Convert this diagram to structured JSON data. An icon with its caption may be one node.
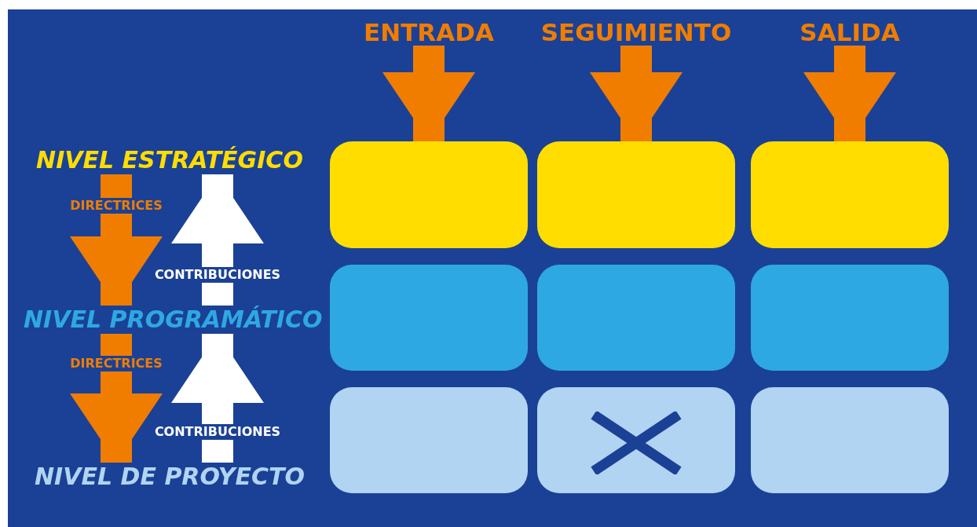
{
  "diagram": {
    "nodes": [
      {
        "text": [
          "ENTRADA"
        ]
      },
      {
        "text": [
          "SEGUIMIENTO"
        ]
      },
      {
        "text": [
          "SALIDA"
        ]
      },
      {
        "text": [
          "NIVEL ESTRATÉGICO"
        ]
      },
      {
        "text": [],
        "shape": "box"
      },
      {
        "text": [],
        "shape": "box"
      },
      {
        "text": [],
        "shape": "box"
      },
      {
        "text": [
          "NIVEL PROGRAMÁTICO"
        ]
      },
      {
        "text": [],
        "shape": "box"
      },
      {
        "text": [],
        "shape": "box"
      },
      {
        "text": [],
        "shape": "box"
      },
      {
        "text": [
          "NIVEL DE PROYECTO"
        ]
      },
      {
        "text": [],
        "shape": "box"
      },
      {
        "text": [],
        "shape": "box"
      },
      {
        "text": [],
        "shape": "box"
      }
    ],
    "edges": [
      {
        "from": 0,
        "to": 4,
        "arrow": "to"
      },
      {
        "from": 1,
        "to": 5,
        "arrow": "to"
      },
      {
        "from": 2,
        "to": 6,
        "arrow": "to"
      },
      {
        "from": 3,
        "to": 7,
        "arrow": "to",
        "label": "DIRECTRICES"
      },
      {
        "from": 7,
        "to": 3,
        "arrow": "to",
        "label": "CONTRIBUCIONES",
        "color": "#ffffff"
      },
      {
        "from": 7,
        "to": 11,
        "arrow": "to",
        "label": "DIRECTRICES"
      },
      {
        "from": 11,
        "to": 7,
        "arrow": "to",
        "label": "CONTRIBUCIONES",
        "color": "#ffffff"
      }
    ]
  }
}
